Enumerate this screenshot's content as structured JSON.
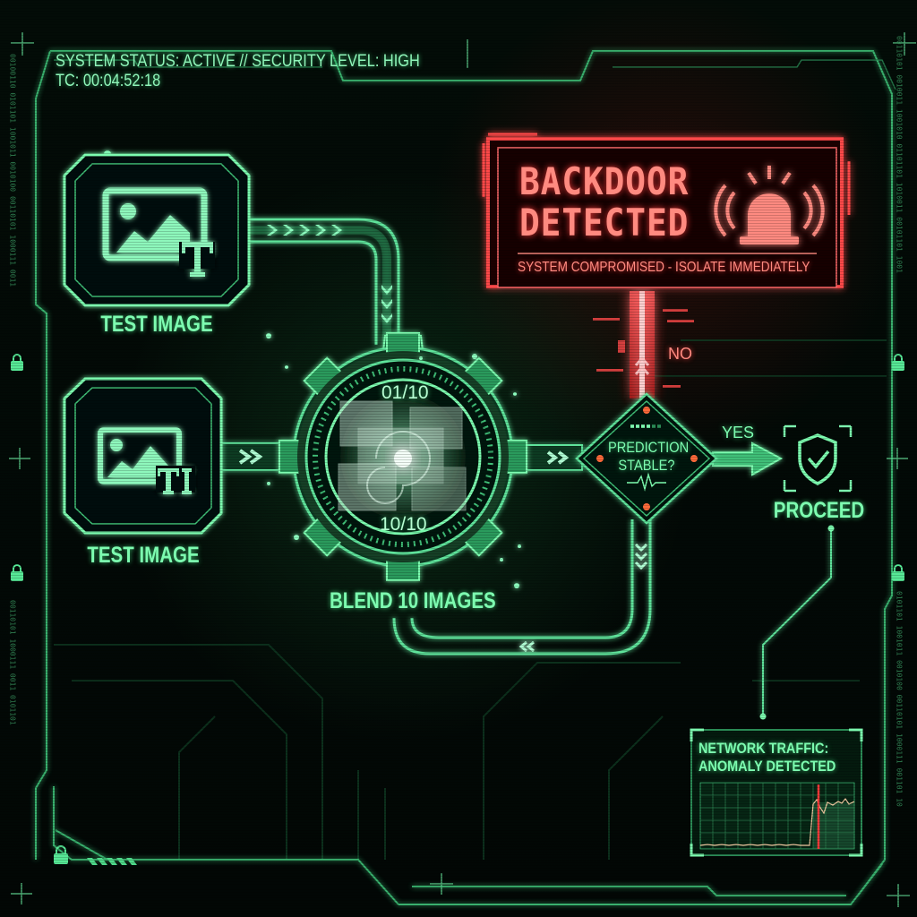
{
  "header": {
    "status_line": "SYSTEM STATUS: ACTIVE // SECURITY LEVEL: HIGH",
    "timecode": "TC: 00:04:52:18"
  },
  "inputs": [
    {
      "label": "TEST IMAGE",
      "icon": "image-with-trigger-T-icon",
      "badge": "T"
    },
    {
      "label": "TEST IMAGE",
      "icon": "image-with-trigger-TI-icon",
      "badge": "TI"
    }
  ],
  "blend": {
    "label": "BLEND 10 IMAGES",
    "counter_top": "01/10",
    "counter_bottom": "10/10"
  },
  "decision": {
    "question_line1": "PREDICTION",
    "question_line2": "STABLE?",
    "yes_label": "YES",
    "no_label": "NO"
  },
  "alert": {
    "title_line1": "BACKDOOR",
    "title_line2": "DETECTED",
    "subtitle": "SYSTEM COMPROMISED - ISOLATE IMMEDIATELY",
    "icon": "siren-icon"
  },
  "proceed": {
    "label": "PROCEED",
    "icon": "shield-check-icon"
  },
  "network_panel": {
    "title_line1": "NETWORK TRAFFIC:",
    "title_line2": "ANOMALY DETECTED"
  },
  "colors": {
    "green": "#7dfcb0",
    "green_dim": "#2f9a5e",
    "red": "#ff4a4a",
    "red_text": "#ff8a80",
    "background": "#020805",
    "orange_dot": "#ff6a3a"
  }
}
